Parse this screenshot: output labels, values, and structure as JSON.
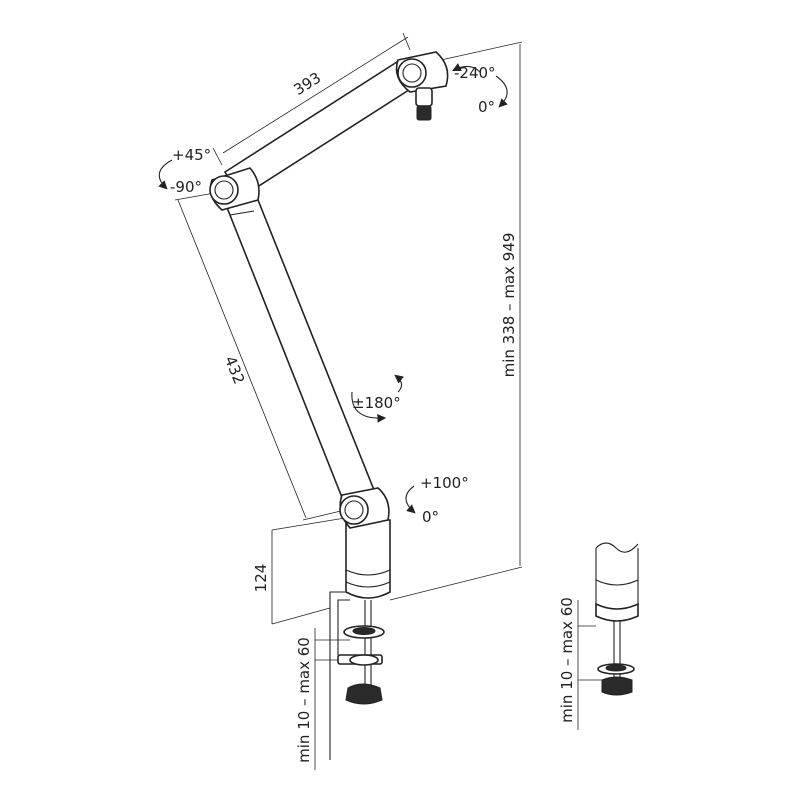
{
  "dimensions": {
    "upper_arm_length": "393",
    "lower_arm_length": "432",
    "post_height": "124",
    "overall_height": "min 338 – max 949",
    "clamp_range_main": "min 10 – max 60",
    "clamp_range_detail": "min 10 – max 60"
  },
  "rotations": {
    "tip_up": "-240°",
    "tip_down": "0°",
    "elbow_up": "+45°",
    "elbow_down": "-90°",
    "arm_swivel": "±180°",
    "base_up": "+100°",
    "base_down": "0°"
  }
}
